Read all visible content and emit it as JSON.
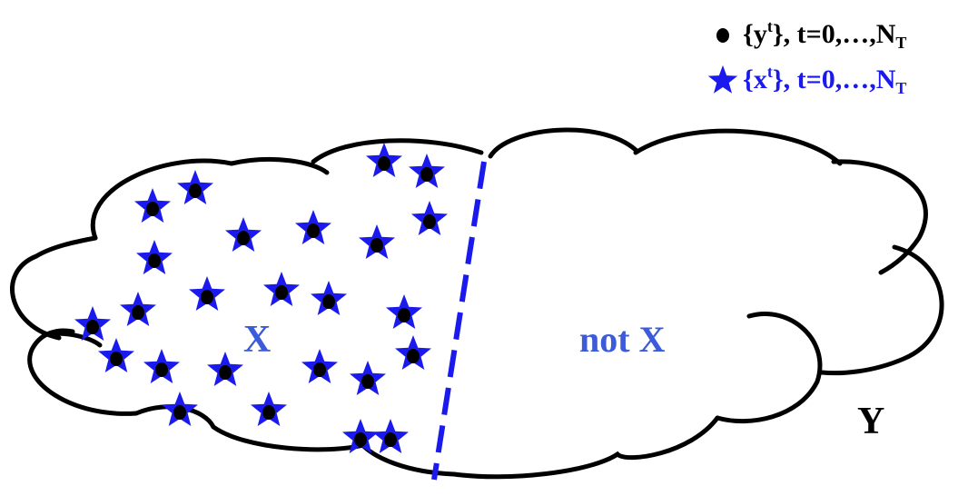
{
  "legend": {
    "y": {
      "set_text": "{y",
      "sup": "t",
      "rest_text": "}, t=0,…,N",
      "sub": "T",
      "color": "#000000",
      "marker": "dot"
    },
    "x": {
      "set_text": "{x",
      "sup": "t",
      "rest_text": "}, t=0,…,N",
      "sub": "T",
      "color": "#1a1aee",
      "marker": "star"
    }
  },
  "regions": {
    "inside_label": "X",
    "outside_label": "not X",
    "space_label": "Y"
  },
  "colors": {
    "outline": "#000000",
    "star": "#1a1aee",
    "dot": "#000000",
    "boundary": "#1a1aee",
    "region_label": "#3b5bdb"
  },
  "icons": {
    "cloud": "cloud-outline-icon",
    "star": "blue-star-icon",
    "dot": "black-dot-icon"
  }
}
